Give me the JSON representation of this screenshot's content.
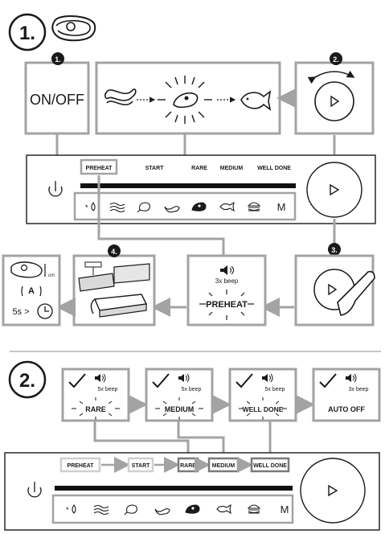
{
  "section1": {
    "step_number": "1.",
    "callouts": [
      "1.",
      "2.",
      "3.",
      "4."
    ],
    "on_off_label": "ON/OFF",
    "panel_labels": [
      "PREHEAT",
      "START",
      "RARE",
      "MEDIUM",
      "WELL DONE"
    ],
    "beep_text": "3x beep",
    "preheat_big": "PREHEAT",
    "thickness_unit": "cm",
    "auto_label": "A",
    "timer_text": "5s >",
    "mode_icons": [
      "defrost-icon",
      "bacon-icon",
      "poultry-icon",
      "sausage-icon",
      "steak-icon",
      "fish-icon",
      "burger-icon",
      "manual-icon"
    ],
    "manual_label": "M"
  },
  "section2": {
    "step_number": "2.",
    "cards": [
      {
        "beep": "5x beep",
        "label": "RARE"
      },
      {
        "beep": "5x beep",
        "label": "MEDIUM"
      },
      {
        "beep": "5x beep",
        "label": "WELL DONE"
      },
      {
        "beep": "3x beep",
        "label": "AUTO OFF"
      }
    ],
    "sequence": [
      "PREHEAT",
      "START",
      "RARE",
      "MEDIUM",
      "WELL DONE"
    ],
    "manual_label": "M"
  },
  "colors": {
    "frame": "#a3a3a3",
    "ink": "#1a1a1a",
    "bar": "#111111"
  }
}
